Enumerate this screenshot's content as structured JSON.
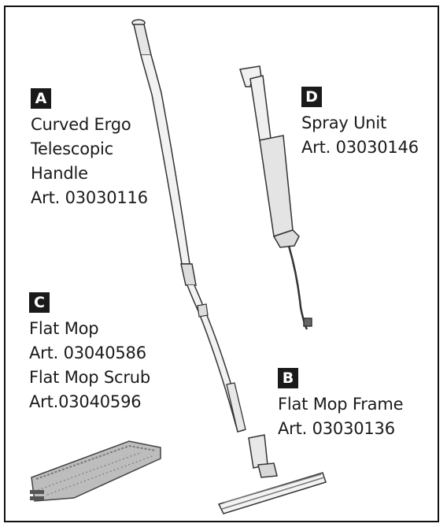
{
  "parts": [
    {
      "letter": "A",
      "lines": [
        "Curved Ergo",
        "Telescopic",
        "Handle",
        "Art. 03030116"
      ]
    },
    {
      "letter": "D",
      "lines": [
        "Spray Unit",
        "Art. 03030146"
      ]
    },
    {
      "letter": "C",
      "lines": [
        "Flat Mop",
        "Art. 03040586",
        "Flat Mop Scrub",
        "Art.03040596"
      ]
    },
    {
      "letter": "B",
      "lines": [
        "Flat Mop Frame",
        "Art. 03030136"
      ]
    }
  ],
  "illustrations": [
    "telescopic-handle",
    "spray-unit",
    "mop-frame",
    "flat-mop-pad"
  ]
}
